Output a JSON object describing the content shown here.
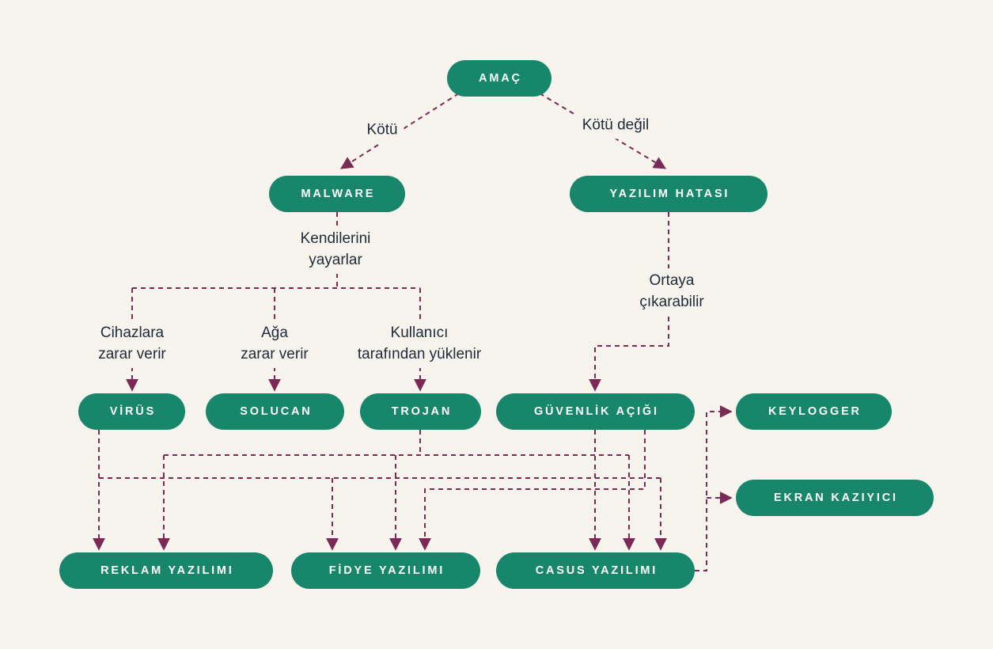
{
  "colors": {
    "background": "#f7f4ed",
    "node_fill": "#17866b",
    "node_text": "#ffffff",
    "edge": "#7b2a55",
    "label_text": "#1f2a38"
  },
  "nodes": {
    "amac": {
      "label": "AMAÇ"
    },
    "malware": {
      "label": "MALWARE"
    },
    "yazilim_hatasi": {
      "label": "YAZILIM HATASI"
    },
    "virus": {
      "label": "VİRÜS"
    },
    "solucan": {
      "label": "SOLUCAN"
    },
    "trojan": {
      "label": "TROJAN"
    },
    "guvenlik_acigi": {
      "label": "GÜVENLİK AÇIĞI"
    },
    "keylogger": {
      "label": "KEYLOGGER"
    },
    "ekran_kaziyici": {
      "label": "EKRAN KAZIYICI"
    },
    "reklam_yazilimi": {
      "label": "REKLAM YAZILIMI"
    },
    "fidye_yazilimi": {
      "label": "FİDYE YAZILIMI"
    },
    "casus_yazilimi": {
      "label": "CASUS YAZILIMI"
    }
  },
  "edge_labels": {
    "kotu": "Kötü",
    "kotu_degil": "Kötü değil",
    "kendilerini_yayarlar": "Kendilerini\nyayarlar",
    "cihazlara_zarar_verir": "Cihazlara\nzarar verir",
    "aga_zarar_verir": "Ağa\nzarar verir",
    "kullanici_tarafindan_yuklenir": "Kullanıcı\ntarafından yüklenir",
    "ortaya_cikarabilir": "Ortaya\nçıkarabilir"
  },
  "edges": [
    {
      "from": "AMAÇ",
      "to": "MALWARE",
      "label": "Kötü"
    },
    {
      "from": "AMAÇ",
      "to": "YAZILIM HATASI",
      "label": "Kötü değil"
    },
    {
      "from": "MALWARE",
      "to": "VİRÜS",
      "label": "Kendilerini yayarlar / Cihazlara zarar verir"
    },
    {
      "from": "MALWARE",
      "to": "SOLUCAN",
      "label": "Kendilerini yayarlar / Ağa zarar verir"
    },
    {
      "from": "MALWARE",
      "to": "TROJAN",
      "label": "Kendilerini yayarlar / Kullanıcı tarafından yüklenir"
    },
    {
      "from": "YAZILIM HATASI",
      "to": "GÜVENLİK AÇIĞI",
      "label": "Ortaya çıkarabilir"
    },
    {
      "from": "VİRÜS",
      "to": "REKLAM YAZILIMI",
      "label": ""
    },
    {
      "from": "VİRÜS",
      "to": "FİDYE YAZILIMI",
      "label": ""
    },
    {
      "from": "VİRÜS",
      "to": "CASUS YAZILIMI",
      "label": ""
    },
    {
      "from": "TROJAN",
      "to": "REKLAM YAZILIMI",
      "label": ""
    },
    {
      "from": "TROJAN",
      "to": "FİDYE YAZILIMI",
      "label": ""
    },
    {
      "from": "TROJAN",
      "to": "CASUS YAZILIMI",
      "label": ""
    },
    {
      "from": "GÜVENLİK AÇIĞI",
      "to": "FİDYE YAZILIMI",
      "label": ""
    },
    {
      "from": "GÜVENLİK AÇIĞI",
      "to": "CASUS YAZILIMI",
      "label": ""
    },
    {
      "from": "CASUS YAZILIMI",
      "to": "KEYLOGGER",
      "label": ""
    },
    {
      "from": "CASUS YAZILIMI",
      "to": "EKRAN KAZIYICI",
      "label": ""
    }
  ]
}
